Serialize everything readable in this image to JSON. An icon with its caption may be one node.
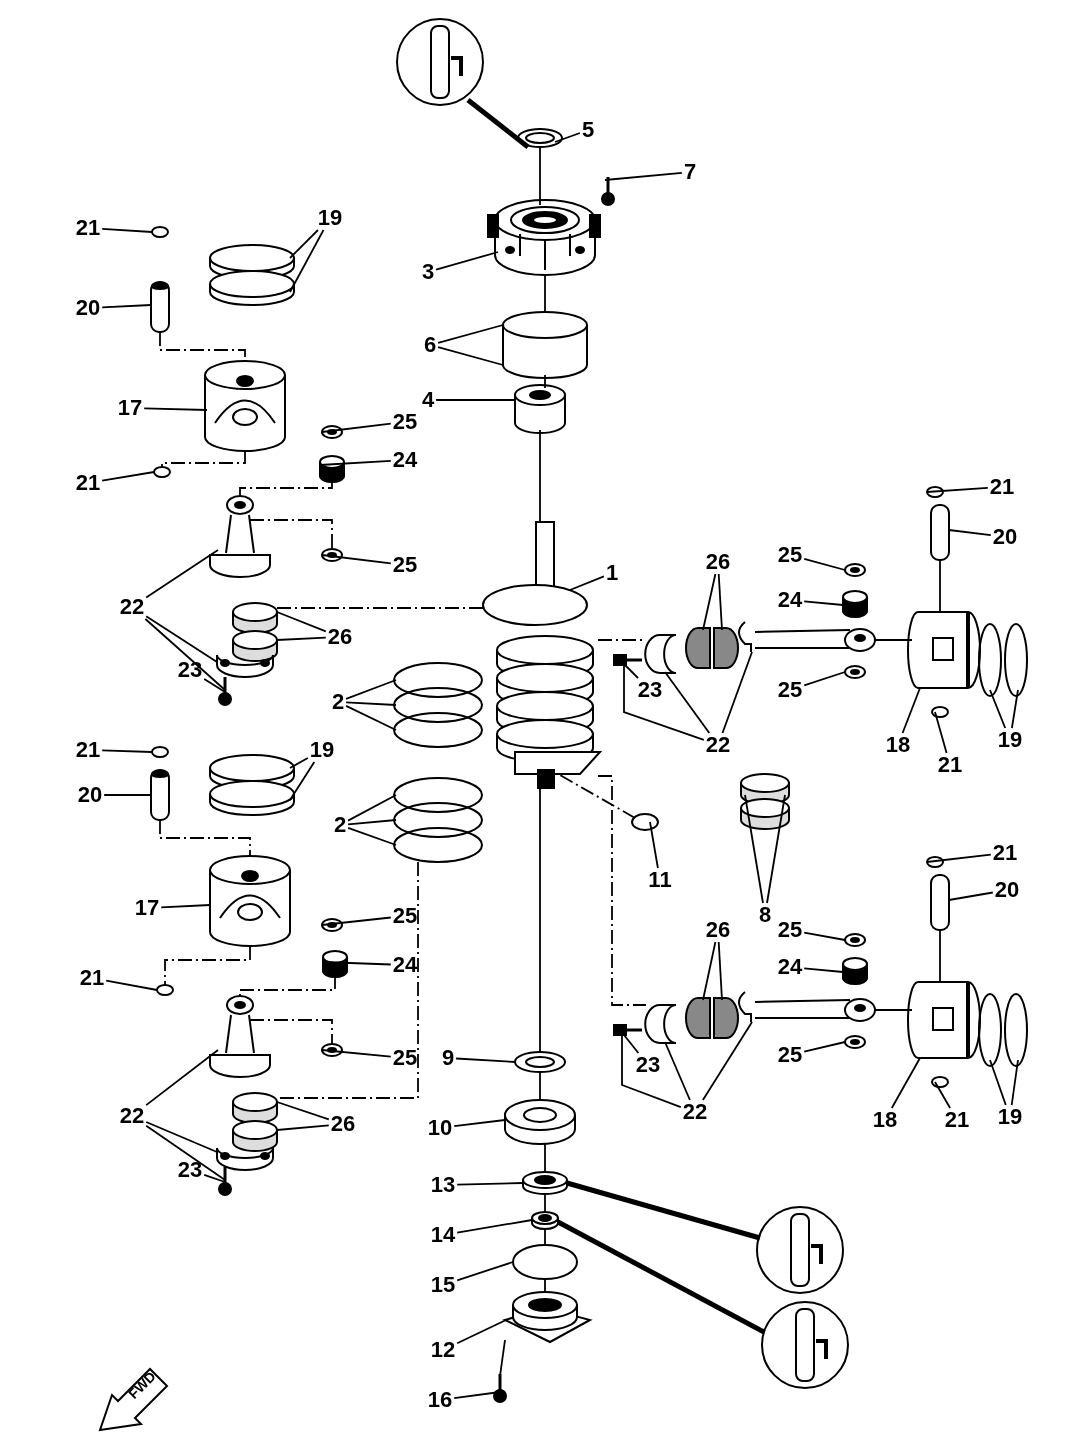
{
  "diagram": {
    "nodes": [
      {
        "text": [
          "5"
        ]
      },
      {
        "text": [
          "7"
        ]
      },
      {
        "text": [
          "3"
        ]
      },
      {
        "text": [
          "6"
        ]
      },
      {
        "text": [
          "4"
        ]
      },
      {
        "text": [
          "1"
        ]
      },
      {
        "text": [
          "2"
        ]
      },
      {
        "text": [
          "2"
        ]
      },
      {
        "text": [
          "11"
        ]
      },
      {
        "text": [
          "8"
        ]
      },
      {
        "text": [
          "9"
        ]
      },
      {
        "text": [
          "10"
        ]
      },
      {
        "text": [
          "13"
        ]
      },
      {
        "text": [
          "14"
        ]
      },
      {
        "text": [
          "15"
        ]
      },
      {
        "text": [
          "12"
        ]
      },
      {
        "text": [
          "16"
        ]
      },
      {
        "text": [
          "21"
        ]
      },
      {
        "text": [
          "19"
        ]
      },
      {
        "text": [
          "20"
        ]
      },
      {
        "text": [
          "17"
        ]
      },
      {
        "text": [
          "25"
        ]
      },
      {
        "text": [
          "24"
        ]
      },
      {
        "text": [
          "21"
        ]
      },
      {
        "text": [
          "25"
        ]
      },
      {
        "text": [
          "22"
        ]
      },
      {
        "text": [
          "26"
        ]
      },
      {
        "text": [
          "23"
        ]
      },
      {
        "text": [
          "21"
        ]
      },
      {
        "text": [
          "19"
        ]
      },
      {
        "text": [
          "20"
        ]
      },
      {
        "text": [
          "17"
        ]
      },
      {
        "text": [
          "25"
        ]
      },
      {
        "text": [
          "24"
        ]
      },
      {
        "text": [
          "21"
        ]
      },
      {
        "text": [
          "25"
        ]
      },
      {
        "text": [
          "22"
        ]
      },
      {
        "text": [
          "26"
        ]
      },
      {
        "text": [
          "23"
        ]
      },
      {
        "text": [
          "26"
        ]
      },
      {
        "text": [
          "25"
        ]
      },
      {
        "text": [
          "24"
        ]
      },
      {
        "text": [
          "21"
        ]
      },
      {
        "text": [
          "20"
        ]
      },
      {
        "text": [
          "23"
        ]
      },
      {
        "text": [
          "25"
        ]
      },
      {
        "text": [
          "22"
        ]
      },
      {
        "text": [
          "18"
        ]
      },
      {
        "text": [
          "21"
        ]
      },
      {
        "text": [
          "19"
        ]
      },
      {
        "text": [
          "26"
        ]
      },
      {
        "text": [
          "25"
        ]
      },
      {
        "text": [
          "24"
        ]
      },
      {
        "text": [
          "21"
        ]
      },
      {
        "text": [
          "20"
        ]
      },
      {
        "text": [
          "23"
        ]
      },
      {
        "text": [
          "25"
        ]
      },
      {
        "text": [
          "22"
        ]
      },
      {
        "text": [
          "18"
        ]
      },
      {
        "text": [
          "21"
        ]
      },
      {
        "text": [
          "19"
        ]
      },
      {
        "text": [],
        "shape": "picture"
      },
      {
        "text": [],
        "shape": "picture"
      },
      {
        "text": [],
        "shape": "picture"
      },
      {
        "text": [],
        "shape": "picture"
      },
      {
        "text": [],
        "shape": "picture"
      },
      {
        "text": [],
        "shape": "picture"
      },
      {
        "text": [],
        "shape": "picture"
      },
      {
        "text": [],
        "shape": "picture"
      },
      {
        "text": [],
        "shape": "picture"
      },
      {
        "text": [],
        "shape": "picture"
      },
      {
        "text": [],
        "shape": "circle"
      },
      {
        "text": [],
        "shape": "picture"
      },
      {
        "text": [],
        "shape": "picture"
      },
      {
        "text": [],
        "shape": "picture"
      },
      {
        "text": [],
        "shape": "picture"
      },
      {
        "text": [],
        "shape": "picture"
      },
      {
        "text": [],
        "shape": "picture"
      },
      {
        "text": [],
        "shape": "picture"
      },
      {
        "text": [],
        "shape": "picture"
      },
      {
        "text": [],
        "shape": "picture"
      },
      {
        "text": [],
        "shape": "circle"
      },
      {
        "text": [],
        "shape": "picture"
      },
      {
        "text": [],
        "shape": "picture"
      },
      {
        "text": [],
        "shape": "picture"
      },
      {
        "text": [],
        "shape": "circle"
      },
      {
        "text": [],
        "shape": "picture"
      },
      {
        "text": [],
        "shape": "cylinder"
      },
      {
        "text": [],
        "shape": "picture"
      },
      {
        "text": [],
        "shape": "picture"
      },
      {
        "text": [],
        "shape": "picture"
      },
      {
        "text": [],
        "shape": "picture"
      },
      {
        "text": [],
        "shape": "picture"
      },
      {
        "text": [],
        "shape": "circle"
      },
      {
        "text": [],
        "shape": "picture"
      },
      {
        "text": [],
        "shape": "picture"
      },
      {
        "text": [],
        "shape": "picture"
      },
      {
        "text": [],
        "shape": "circle"
      },
      {
        "text": [],
        "shape": "picture"
      },
      {
        "text": [],
        "shape": "cylinder"
      },
      {
        "text": [],
        "shape": "picture"
      },
      {
        "text": [],
        "shape": "picture"
      },
      {
        "text": [],
        "shape": "picture"
      },
      {
        "text": [],
        "shape": "picture"
      },
      {
        "text": [],
        "shape": "picture"
      },
      {
        "text": [],
        "shape": "picture"
      },
      {
        "text": [],
        "shape": "picture"
      },
      {
        "text": [],
        "shape": "picture"
      },
      {
        "text": [],
        "shape": "picture"
      },
      {
        "text": [],
        "shape": "picture"
      },
      {
        "text": [],
        "shape": "cylinder"
      },
      {
        "text": [],
        "shape": "picture"
      },
      {
        "text": [],
        "shape": "picture"
      },
      {
        "text": [],
        "shape": "picture"
      },
      {
        "text": [],
        "shape": "picture"
      },
      {
        "text": [],
        "shape": "circle"
      },
      {
        "text": [],
        "shape": "circle"
      },
      {
        "text": [],
        "shape": "picture"
      },
      {
        "text": [],
        "shape": "picture"
      },
      {
        "text": [],
        "shape": "picture"
      },
      {
        "text": [],
        "shape": "picture"
      },
      {
        "text": [],
        "shape": "picture"
      },
      {
        "text": [],
        "shape": "cylinder"
      },
      {
        "text": [],
        "shape": "picture"
      },
      {
        "text": [],
        "shape": "picture"
      },
      {
        "text": [],
        "shape": "picture"
      },
      {
        "text": [],
        "shape": "picture"
      },
      {
        "text": [],
        "shape": "circle"
      },
      {
        "text": [],
        "shape": "circle"
      }
    ],
    "edges": [
      {
        "from": 0,
        "to": 62,
        "arrow": "none"
      },
      {
        "from": 1,
        "to": 63,
        "arrow": "none"
      },
      {
        "from": 2,
        "to": 64,
        "arrow": "none"
      },
      {
        "from": 3,
        "to": 65,
        "arrow": "none"
      },
      {
        "from": 3,
        "to": 65,
        "arrow": "none"
      },
      {
        "from": 4,
        "to": 66,
        "arrow": "none"
      },
      {
        "from": 5,
        "to": 67,
        "arrow": "none"
      },
      {
        "from": 6,
        "to": 68,
        "arrow": "none"
      },
      {
        "from": 6,
        "to": 68,
        "arrow": "none"
      },
      {
        "from": 6,
        "to": 68,
        "arrow": "none"
      },
      {
        "from": 7,
        "to": 69,
        "arrow": "none"
      },
      {
        "from": 7,
        "to": 69,
        "arrow": "none"
      },
      {
        "from": 7,
        "to": 69,
        "arrow": "none"
      },
      {
        "from": 8,
        "to": 71,
        "arrow": "none"
      },
      {
        "from": 9,
        "to": 70,
        "arrow": "none"
      },
      {
        "from": 9,
        "to": 70,
        "arrow": "none"
      },
      {
        "from": 10,
        "to": 72,
        "arrow": "none"
      },
      {
        "from": 11,
        "to": 73,
        "arrow": "none"
      },
      {
        "from": 12,
        "to": 74,
        "arrow": "none"
      },
      {
        "from": 13,
        "to": 75,
        "arrow": "none"
      },
      {
        "from": 14,
        "to": 76,
        "arrow": "none"
      },
      {
        "from": 15,
        "to": 77,
        "arrow": "none"
      },
      {
        "from": 16,
        "to": 78,
        "arrow": "none"
      },
      {
        "from": 17,
        "to": 81,
        "arrow": "none"
      },
      {
        "from": 18,
        "to": 82,
        "arrow": "none"
      },
      {
        "from": 18,
        "to": 82,
        "arrow": "none"
      },
      {
        "from": 19,
        "to": 83,
        "arrow": "none"
      },
      {
        "from": 20,
        "to": 84,
        "arrow": "none"
      },
      {
        "from": 21,
        "to": 86,
        "arrow": "none"
      },
      {
        "from": 22,
        "to": 87,
        "arrow": "none"
      },
      {
        "from": 23,
        "to": 85,
        "arrow": "none"
      },
      {
        "from": 24,
        "to": 91,
        "arrow": "none"
      },
      {
        "from": 25,
        "to": 88,
        "arrow": "none"
      },
      {
        "from": 25,
        "to": 90,
        "arrow": "none"
      },
      {
        "from": 25,
        "to": 92,
        "arrow": "none"
      },
      {
        "from": 26,
        "to": 89,
        "arrow": "none"
      },
      {
        "from": 26,
        "to": 89,
        "arrow": "none"
      },
      {
        "from": 27,
        "to": 92,
        "arrow": "none"
      },
      {
        "from": 28,
        "to": 93,
        "arrow": "none"
      },
      {
        "from": 29,
        "to": 94,
        "arrow": "none"
      },
      {
        "from": 29,
        "to": 94,
        "arrow": "none"
      },
      {
        "from": 30,
        "to": 95,
        "arrow": "none"
      },
      {
        "from": 31,
        "to": 96,
        "arrow": "none"
      },
      {
        "from": 32,
        "to": 98,
        "arrow": "none"
      },
      {
        "from": 33,
        "to": 99,
        "arrow": "none"
      },
      {
        "from": 34,
        "to": 97,
        "arrow": "none"
      },
      {
        "from": 35,
        "to": 103,
        "arrow": "none"
      },
      {
        "from": 36,
        "to": 100,
        "arrow": "none"
      },
      {
        "from": 36,
        "to": 102,
        "arrow": "none"
      },
      {
        "from": 36,
        "to": 104,
        "arrow": "none"
      },
      {
        "from": 37,
        "to": 101,
        "arrow": "none"
      },
      {
        "from": 37,
        "to": 101,
        "arrow": "none"
      },
      {
        "from": 38,
        "to": 104,
        "arrow": "none"
      },
      {
        "from": 39,
        "to": 107,
        "arrow": "none"
      },
      {
        "from": 39,
        "to": 107,
        "arrow": "none"
      },
      {
        "from": 40,
        "to": 109,
        "arrow": "none"
      },
      {
        "from": 41,
        "to": 110,
        "arrow": "none"
      },
      {
        "from": 42,
        "to": 115,
        "arrow": "none"
      },
      {
        "from": 43,
        "to": 114,
        "arrow": "none"
      },
      {
        "from": 44,
        "to": 105,
        "arrow": "none"
      },
      {
        "from": 45,
        "to": 111,
        "arrow": "none"
      },
      {
        "from": 46,
        "to": 105,
        "arrow": "none"
      },
      {
        "from": 46,
        "to": 106,
        "arrow": "none"
      },
      {
        "from": 46,
        "to": 108,
        "arrow": "none"
      },
      {
        "from": 47,
        "to": 112,
        "arrow": "none"
      },
      {
        "from": 48,
        "to": 116,
        "arrow": "none"
      },
      {
        "from": 49,
        "to": 113,
        "arrow": "none"
      },
      {
        "from": 49,
        "to": 113,
        "arrow": "none"
      },
      {
        "from": 50,
        "to": 119,
        "arrow": "none"
      },
      {
        "from": 50,
        "to": 119,
        "arrow": "none"
      },
      {
        "from": 51,
        "to": 121,
        "arrow": "none"
      },
      {
        "from": 52,
        "to": 122,
        "arrow": "none"
      },
      {
        "from": 53,
        "to": 127,
        "arrow": "none"
      },
      {
        "from": 54,
        "to": 126,
        "arrow": "none"
      },
      {
        "from": 55,
        "to": 117,
        "arrow": "none"
      },
      {
        "from": 56,
        "to": 123,
        "arrow": "none"
      },
      {
        "from": 57,
        "to": 117,
        "arrow": "none"
      },
      {
        "from": 57,
        "to": 118,
        "arrow": "none"
      },
      {
        "from": 57,
        "to": 120,
        "arrow": "none"
      },
      {
        "from": 58,
        "to": 124,
        "arrow": "none"
      },
      {
        "from": 59,
        "to": 128,
        "arrow": "none"
      },
      {
        "from": 60,
        "to": 125,
        "arrow": "none"
      },
      {
        "from": 60,
        "to": 125,
        "arrow": "none"
      },
      {
        "from": 61,
        "to": 62,
        "arrow": "none",
        "style": "thick"
      },
      {
        "from": 62,
        "to": 64,
        "arrow": "none"
      },
      {
        "from": 64,
        "to": 65,
        "arrow": "none"
      },
      {
        "from": 65,
        "to": 66,
        "arrow": "none"
      },
      {
        "from": 66,
        "to": 67,
        "arrow": "none"
      },
      {
        "from": 67,
        "to": 72,
        "arrow": "none"
      },
      {
        "from": 72,
        "to": 73,
        "arrow": "none"
      },
      {
        "from": 73,
        "to": 74,
        "arrow": "none"
      },
      {
        "from": 74,
        "to": 75,
        "arrow": "none"
      },
      {
        "from": 75,
        "to": 76,
        "arrow": "none"
      },
      {
        "from": 76,
        "to": 77,
        "arrow": "none"
      },
      {
        "from": 77,
        "to": 78,
        "arrow": "none"
      },
      {
        "from": 79,
        "to": 74,
        "arrow": "none",
        "style": "thick"
      },
      {
        "from": 80,
        "to": 75,
        "arrow": "none",
        "style": "thick"
      },
      {
        "from": 71,
        "to": 67,
        "arrow": "none",
        "style": "dashed"
      },
      {
        "from": 83,
        "to": 84,
        "arrow": "none",
        "style": "dashed"
      },
      {
        "from": 84,
        "to": 85,
        "arrow": "none",
        "style": "dashed"
      },
      {
        "from": 87,
        "to": 88,
        "arrow": "none",
        "style": "dashed"
      },
      {
        "from": 88,
        "to": 91,
        "arrow": "none",
        "style": "dashed"
      },
      {
        "from": 89,
        "to": 67,
        "arrow": "none",
        "style": "dashed"
      },
      {
        "from": 95,
        "to": 96,
        "arrow": "none",
        "style": "dashed"
      },
      {
        "from": 96,
        "to": 97,
        "arrow": "none",
        "style": "dashed"
      },
      {
        "from": 99,
        "to": 100,
        "arrow": "none",
        "style": "dashed"
      },
      {
        "from": 100,
        "to": 103,
        "arrow": "none",
        "style": "dashed"
      },
      {
        "from": 69,
        "to": 101,
        "arrow": "none",
        "style": "dashed"
      },
      {
        "from": 67,
        "to": 106,
        "arrow": "none",
        "style": "dashed"
      },
      {
        "from": 67,
        "to": 118,
        "arrow": "none",
        "style": "dashed"
      },
      {
        "from": 108,
        "to": 112,
        "arrow": "none"
      },
      {
        "from": 114,
        "to": 112,
        "arrow": "none"
      },
      {
        "from": 120,
        "to": 124,
        "arrow": "none"
      },
      {
        "from": 126,
        "to": 124,
        "arrow": "none"
      }
    ],
    "labels": [
      "FWD"
    ]
  }
}
